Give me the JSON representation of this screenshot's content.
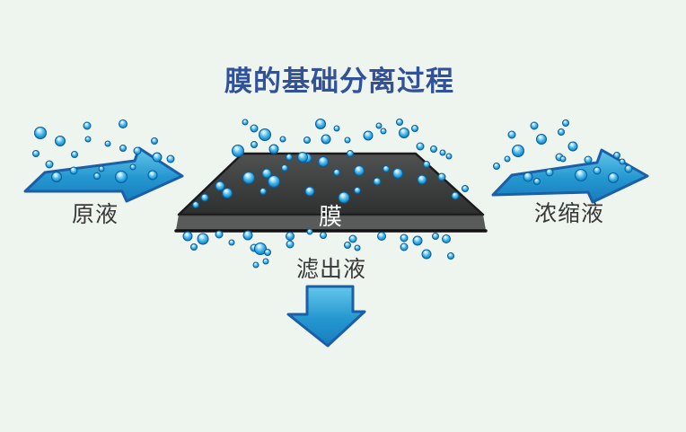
{
  "title": {
    "text": "膜的基础分离过程"
  },
  "labels": {
    "feed": "原液",
    "membrane": "膜",
    "concentrate": "浓缩液",
    "permeate": "滤出液"
  },
  "colors": {
    "background": "#eef4ee",
    "title": "#31519b",
    "label_dark": "#383838",
    "membrane_label": "#ffffff",
    "membrane_top_light": "#505252",
    "membrane_top_dark": "#2e3030",
    "membrane_front": "#595b5b",
    "membrane_outline": "#1b1b1b",
    "membrane_bottom_edge": "#121212",
    "arrow_fill_light": "#64c6ea",
    "arrow_fill_mid": "#2497d0",
    "arrow_fill_dark": "#187dbd",
    "arrow_outline": "#1a5fa8",
    "bubble_highlight": "#ffffff",
    "bubble_light": "#bfeaf8",
    "bubble_mid": "#53bce9",
    "bubble_deep": "#1590d0",
    "bubble_dark": "#0c67ab",
    "bubble_rim": "#0a5c9e"
  },
  "bubbles": {
    "left": [
      [
        45,
        148,
        6.5
      ],
      [
        67,
        157,
        5.5
      ],
      [
        40,
        171,
        3.5
      ],
      [
        55,
        183,
        4
      ],
      [
        83,
        172,
        3.5
      ],
      [
        97,
        140,
        4
      ],
      [
        98,
        155,
        3
      ],
      [
        120,
        160,
        3
      ],
      [
        137,
        138,
        4.5
      ],
      [
        137,
        165,
        3.5
      ],
      [
        153,
        168,
        4
      ],
      [
        172,
        157,
        3.5
      ],
      [
        175,
        175,
        5
      ],
      [
        190,
        177,
        4
      ],
      [
        63,
        197,
        5.5
      ],
      [
        82,
        190,
        4
      ],
      [
        108,
        196,
        3.5
      ],
      [
        113,
        188,
        3
      ],
      [
        135,
        197,
        6.5
      ],
      [
        170,
        195,
        5
      ],
      [
        148,
        186,
        3
      ]
    ],
    "right": [
      [
        577,
        168,
        6.5
      ],
      [
        595,
        140,
        4
      ],
      [
        603,
        155,
        5.5
      ],
      [
        623,
        175,
        4
      ],
      [
        638,
        163,
        5
      ],
      [
        655,
        178,
        4
      ],
      [
        625,
        147,
        3.5
      ],
      [
        687,
        173,
        3.5
      ],
      [
        553,
        185,
        3.5
      ],
      [
        565,
        177,
        3
      ],
      [
        588,
        197,
        5
      ],
      [
        598,
        202,
        3.5
      ],
      [
        612,
        192,
        4
      ],
      [
        647,
        195,
        6.5
      ],
      [
        665,
        190,
        4
      ],
      [
        683,
        198,
        5.5
      ],
      [
        700,
        188,
        4
      ],
      [
        693,
        180,
        3
      ],
      [
        627,
        177,
        3
      ],
      [
        630,
        137,
        3.5
      ],
      [
        570,
        150,
        4
      ]
    ],
    "above_membrane": [
      [
        265,
        168,
        6.5
      ],
      [
        283,
        143,
        4
      ],
      [
        295,
        150,
        6.5
      ],
      [
        273,
        136,
        3
      ],
      [
        283,
        161,
        3.5
      ],
      [
        305,
        166,
        5
      ],
      [
        315,
        155,
        3
      ],
      [
        342,
        156,
        3.5
      ],
      [
        357,
        138,
        5.5
      ],
      [
        363,
        155,
        5
      ],
      [
        375,
        143,
        3
      ],
      [
        387,
        156,
        3
      ],
      [
        390,
        171,
        3.5
      ],
      [
        410,
        151,
        5
      ],
      [
        422,
        140,
        3
      ],
      [
        427,
        146,
        3
      ],
      [
        445,
        136,
        3.5
      ],
      [
        450,
        148,
        5.5
      ],
      [
        462,
        143,
        3.5
      ],
      [
        468,
        163,
        4
      ],
      [
        483,
        166,
        3.5
      ],
      [
        493,
        170,
        3
      ],
      [
        322,
        175,
        3.5
      ],
      [
        342,
        176,
        5
      ],
      [
        500,
        174,
        3
      ]
    ],
    "on_membrane": [
      [
        245,
        207,
        5
      ],
      [
        253,
        215,
        5.5
      ],
      [
        277,
        198,
        6.5
      ],
      [
        297,
        193,
        5
      ],
      [
        305,
        202,
        6.5
      ],
      [
        293,
        213,
        3.5
      ],
      [
        317,
        187,
        3.5
      ],
      [
        337,
        175,
        5.5
      ],
      [
        360,
        180,
        5.5
      ],
      [
        345,
        213,
        5
      ],
      [
        375,
        192,
        3.5
      ],
      [
        383,
        220,
        6
      ],
      [
        400,
        190,
        5.5
      ],
      [
        398,
        212,
        3.5
      ],
      [
        420,
        202,
        4
      ],
      [
        430,
        188,
        3.5
      ],
      [
        443,
        193,
        5.5
      ],
      [
        470,
        200,
        5
      ],
      [
        475,
        183,
        3.5
      ],
      [
        492,
        197,
        4
      ],
      [
        507,
        218,
        4
      ],
      [
        518,
        210,
        3.5
      ],
      [
        228,
        220,
        4
      ],
      [
        218,
        228,
        3.5
      ]
    ],
    "below_membrane": [
      [
        209,
        263,
        5
      ],
      [
        216,
        275,
        3.5
      ],
      [
        226,
        266,
        6
      ],
      [
        244,
        261,
        4
      ],
      [
        258,
        270,
        3
      ],
      [
        276,
        262,
        5
      ],
      [
        283,
        276,
        4
      ],
      [
        290,
        277,
        6.5
      ],
      [
        298,
        281,
        3.5
      ],
      [
        296,
        291,
        3
      ],
      [
        323,
        263,
        4.5
      ],
      [
        323,
        272,
        4
      ],
      [
        345,
        258,
        3
      ],
      [
        360,
        262,
        3.5
      ],
      [
        387,
        273,
        3.5
      ],
      [
        393,
        266,
        4
      ],
      [
        398,
        276,
        3
      ],
      [
        425,
        263,
        4.5
      ],
      [
        450,
        265,
        4
      ],
      [
        450,
        275,
        4
      ],
      [
        465,
        268,
        5
      ],
      [
        475,
        283,
        5
      ],
      [
        485,
        263,
        3.5
      ],
      [
        497,
        266,
        4.5
      ],
      [
        502,
        285,
        3.5
      ],
      [
        285,
        295,
        3
      ]
    ]
  }
}
